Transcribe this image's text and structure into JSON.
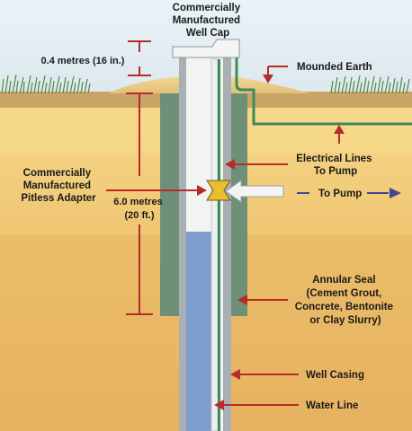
{
  "labels": {
    "well_cap": [
      "Commercially",
      "Manufactured",
      "Well Cap"
    ],
    "cap_height": "0.4 metres (16 in.)",
    "mounded_earth": "Mounded Earth",
    "electrical_lines": [
      "Electrical Lines",
      "To Pump"
    ],
    "pitless_adapter": [
      "Commercially",
      "Manufactured",
      "Pitless Adapter"
    ],
    "depth": [
      "6.0 metres",
      "(20 ft.)"
    ],
    "to_pump": "To Pump",
    "annular_seal": [
      "Annular Seal",
      "(Cement Grout,",
      "Concrete, Bentonite",
      "or Clay Slurry)"
    ],
    "well_casing": "Well Casing",
    "water_line": "Water Line"
  },
  "colors": {
    "sky": "#e6f0f5",
    "topsoil": "#c9a466",
    "soil_upper": "#f3d17c",
    "soil_mid": "#ecc46e",
    "soil_lower": "#e8b566",
    "grout": "#6e8f78",
    "casing": "#a9b0b4",
    "water": "#7e9fce",
    "electric_line": "#3f8a5a",
    "dimension_red": "#b72b2b",
    "arrow_red": "#b72b2b",
    "arrow_blue": "#45478f",
    "pump_arrow_fill": "#f4f4f4",
    "grass": "#4d8a3f"
  }
}
